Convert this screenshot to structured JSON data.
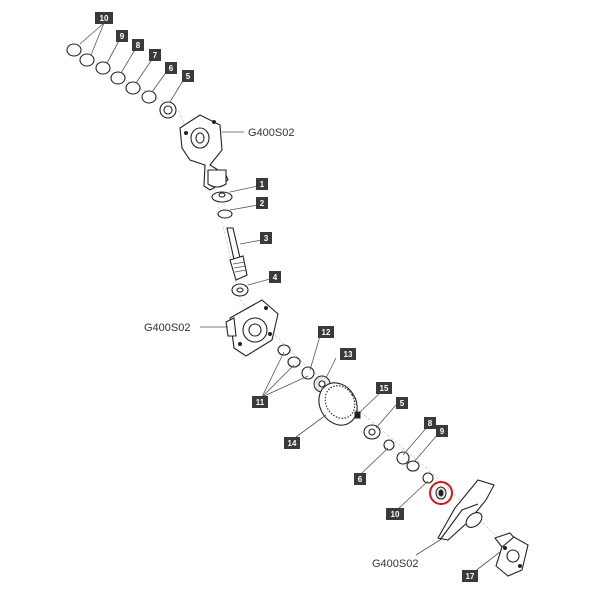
{
  "diagram": {
    "callouts": {
      "c1": "1",
      "c2": "2",
      "c3": "3",
      "c4": "4",
      "c5a": "5",
      "c5b": "5",
      "c6a": "6",
      "c6b": "6",
      "c7": "7",
      "c8a": "8",
      "c8b": "8",
      "c9a": "9",
      "c9b": "9",
      "c10a": "10",
      "c10b": "10",
      "c11": "11",
      "c12": "12",
      "c13": "13",
      "c14": "14",
      "c15": "15",
      "c17": "17"
    },
    "refs": {
      "top": "G400S02",
      "middle": "G400S02",
      "bottom": "G400S02"
    }
  }
}
